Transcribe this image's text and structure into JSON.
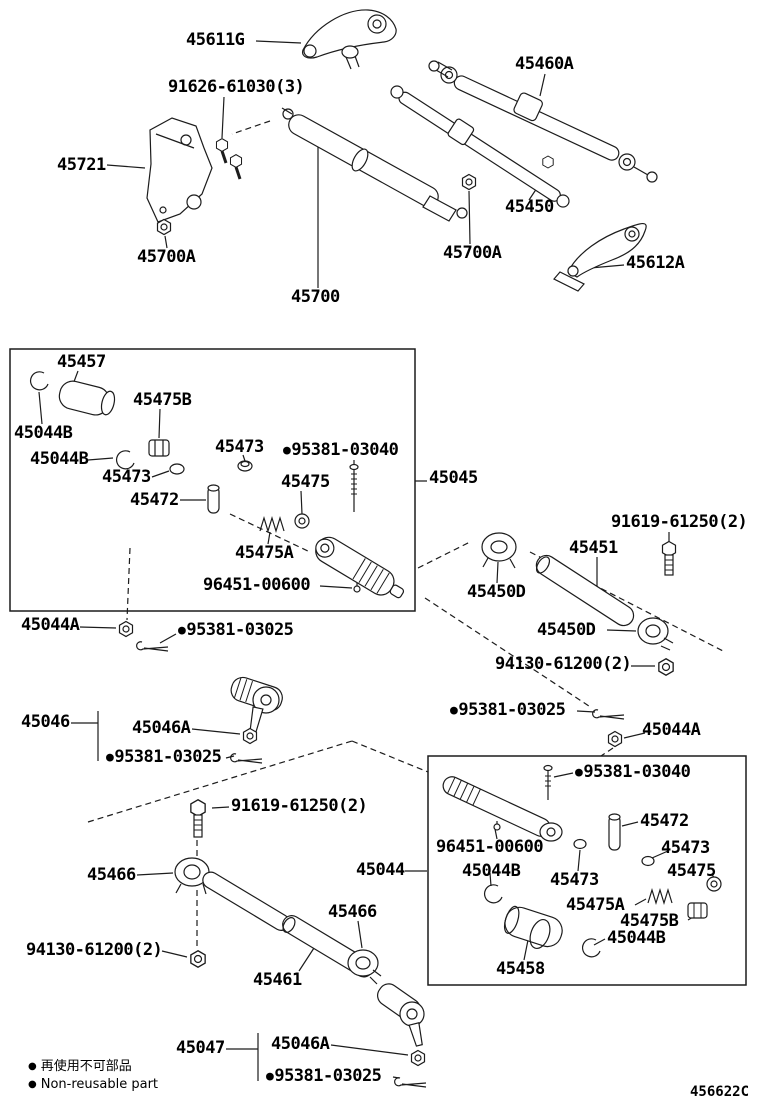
{
  "symbols": {
    "non_reusable": "●"
  },
  "footer": {
    "legend": [
      {
        "symbol": "●",
        "text": "再使用不可部品"
      },
      {
        "symbol": "●",
        "text": "Non-reusable part"
      }
    ],
    "drawing_code": "456622C"
  },
  "parts_labels": [
    {
      "part_number": "45611G",
      "non_reusable": false
    },
    {
      "part_number": "45460A",
      "non_reusable": false
    },
    {
      "part_number": "91626-61030(3)",
      "non_reusable": false
    },
    {
      "part_number": "45721",
      "non_reusable": false
    },
    {
      "part_number": "45450",
      "non_reusable": false
    },
    {
      "part_number": "45700A",
      "non_reusable": false
    },
    {
      "part_number": "45700A",
      "non_reusable": false
    },
    {
      "part_number": "45612A",
      "non_reusable": false
    },
    {
      "part_number": "45700",
      "non_reusable": false
    },
    {
      "part_number": "45457",
      "non_reusable": false
    },
    {
      "part_number": "45475B",
      "non_reusable": false
    },
    {
      "part_number": "45044B",
      "non_reusable": false
    },
    {
      "part_number": "45044B",
      "non_reusable": false
    },
    {
      "part_number": "45473",
      "non_reusable": false
    },
    {
      "part_number": "95381-03040",
      "non_reusable": true
    },
    {
      "part_number": "45473",
      "non_reusable": false
    },
    {
      "part_number": "45475",
      "non_reusable": false
    },
    {
      "part_number": "45472",
      "non_reusable": false
    },
    {
      "part_number": "45045",
      "non_reusable": false
    },
    {
      "part_number": "45475A",
      "non_reusable": false
    },
    {
      "part_number": "96451-00600",
      "non_reusable": false
    },
    {
      "part_number": "91619-61250(2)",
      "non_reusable": false
    },
    {
      "part_number": "45451",
      "non_reusable": false
    },
    {
      "part_number": "45450D",
      "non_reusable": false
    },
    {
      "part_number": "45450D",
      "non_reusable": false
    },
    {
      "part_number": "94130-61200(2)",
      "non_reusable": false
    },
    {
      "part_number": "45044A",
      "non_reusable": false
    },
    {
      "part_number": "95381-03025",
      "non_reusable": true
    },
    {
      "part_number": "95381-03025",
      "non_reusable": true
    },
    {
      "part_number": "45044A",
      "non_reusable": false
    },
    {
      "part_number": "45046",
      "non_reusable": false
    },
    {
      "part_number": "45046A",
      "non_reusable": false
    },
    {
      "part_number": "95381-03025",
      "non_reusable": true
    },
    {
      "part_number": "95381-03040",
      "non_reusable": true
    },
    {
      "part_number": "45472",
      "non_reusable": false
    },
    {
      "part_number": "96451-00600",
      "non_reusable": false
    },
    {
      "part_number": "45473",
      "non_reusable": false
    },
    {
      "part_number": "45044B",
      "non_reusable": false
    },
    {
      "part_number": "45475",
      "non_reusable": false
    },
    {
      "part_number": "45473",
      "non_reusable": false
    },
    {
      "part_number": "45475A",
      "non_reusable": false
    },
    {
      "part_number": "45475B",
      "non_reusable": false
    },
    {
      "part_number": "45044B",
      "non_reusable": false
    },
    {
      "part_number": "45458",
      "non_reusable": false
    },
    {
      "part_number": "45044",
      "non_reusable": false
    },
    {
      "part_number": "91619-61250(2)",
      "non_reusable": false
    },
    {
      "part_number": "45466",
      "non_reusable": false
    },
    {
      "part_number": "94130-61200(2)",
      "non_reusable": false
    },
    {
      "part_number": "45466",
      "non_reusable": false
    },
    {
      "part_number": "45461",
      "non_reusable": false
    },
    {
      "part_number": "45047",
      "non_reusable": false
    },
    {
      "part_number": "45046A",
      "non_reusable": false
    },
    {
      "part_number": "95381-03025",
      "non_reusable": true
    }
  ]
}
